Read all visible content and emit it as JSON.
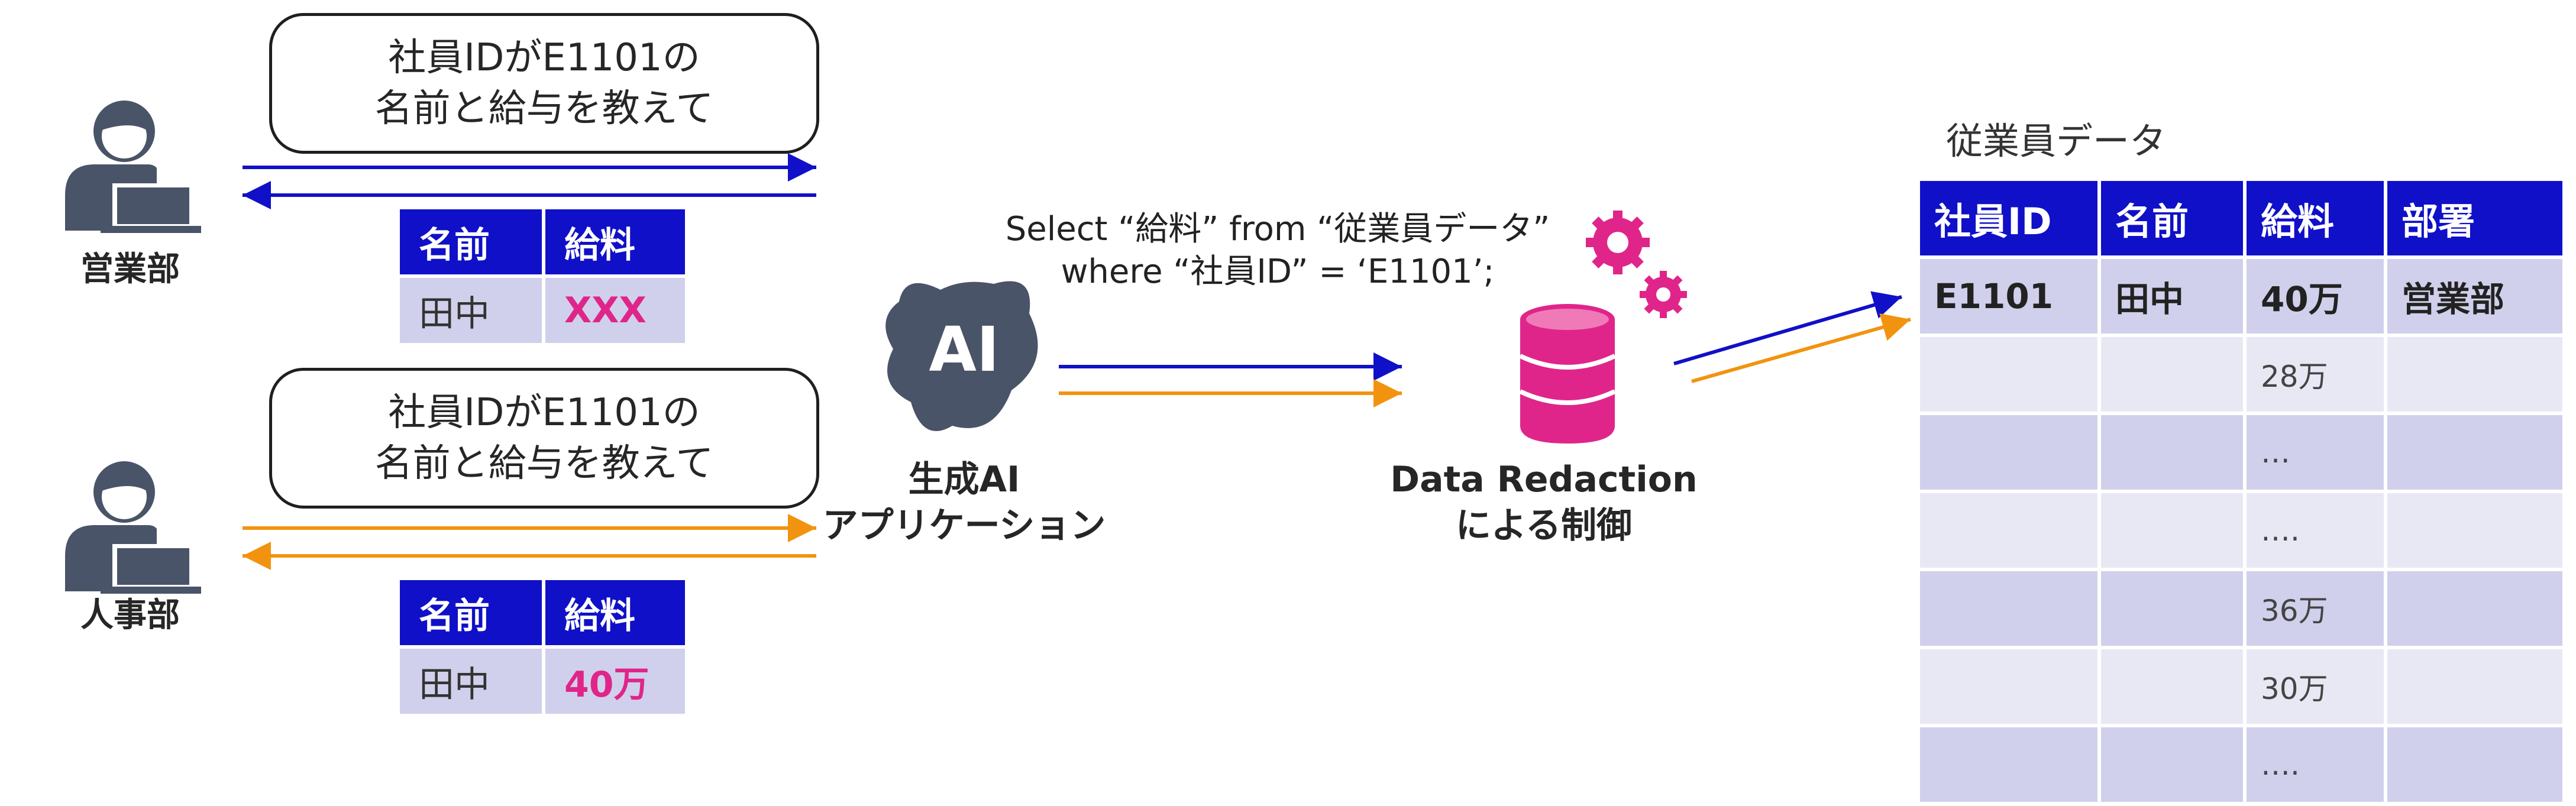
{
  "colors": {
    "blue": "#1010c8",
    "orange": "#f2930f",
    "pink": "#e0258a",
    "slate": "#4a5468"
  },
  "top": {
    "bubble_line1": "社員IDがE1101の",
    "bubble_line2": "名前と給与を教えて",
    "dept": "営業部",
    "table": {
      "h1": "名前",
      "h2": "給料",
      "v1": "田中",
      "v2": "XXX"
    }
  },
  "bottom": {
    "bubble_line1": "社員IDがE1101の",
    "bubble_line2": "名前と給与を教えて",
    "dept": "人事部",
    "table": {
      "h1": "名前",
      "h2": "給料",
      "v1": "田中",
      "v2": "40万"
    }
  },
  "sql": {
    "line1": "Select “給料” from “従業員データ”",
    "line2": "where “社員ID” = ‘E1101’;"
  },
  "ai": {
    "badge": "AI",
    "caption1": "生成AI",
    "caption2": "アプリケーション"
  },
  "db": {
    "caption1": "Data Redaction",
    "caption2": "による制御"
  },
  "employee_table": {
    "title": "従業員データ",
    "headers": [
      "社員ID",
      "名前",
      "給料",
      "部署"
    ],
    "rows": [
      [
        "E1101",
        "田中",
        "40万",
        "営業部"
      ],
      [
        "",
        "",
        "28万",
        ""
      ],
      [
        "",
        "",
        "…",
        ""
      ],
      [
        "",
        "",
        "….",
        ""
      ],
      [
        "",
        "",
        "36万",
        ""
      ],
      [
        "",
        "",
        "30万",
        ""
      ],
      [
        "",
        "",
        "….",
        ""
      ]
    ]
  }
}
